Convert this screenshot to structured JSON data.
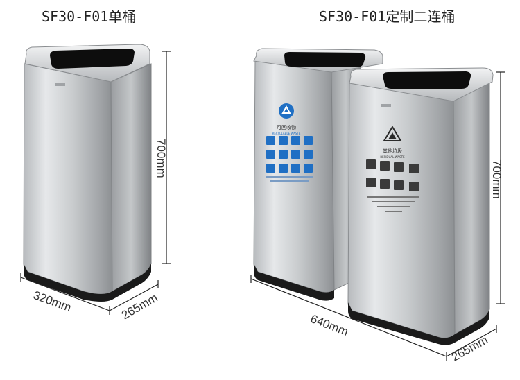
{
  "titles": {
    "single": "SF30-F01单桶",
    "double": "SF30-F01定制二连桶"
  },
  "dimensions": {
    "single_height": "700mm",
    "single_width": "320mm",
    "single_depth": "265mm",
    "double_height": "700mm",
    "double_width": "640mm",
    "double_depth": "265mm"
  },
  "labels": {
    "recyclable_cn": "可回收物",
    "recyclable_en": "RECYCLABLE WASTE",
    "residual_cn": "其他垃圾",
    "residual_en": "RESIDUAL WASTE"
  },
  "colors": {
    "recycle_blue": "#1f6fc4",
    "steel_light": "#d9dbdd",
    "steel_dark": "#8a8d90",
    "base_black": "#1a1a1a"
  },
  "icons": {
    "recycle": "recycle-icon",
    "residual": "residual-waste-icon"
  }
}
